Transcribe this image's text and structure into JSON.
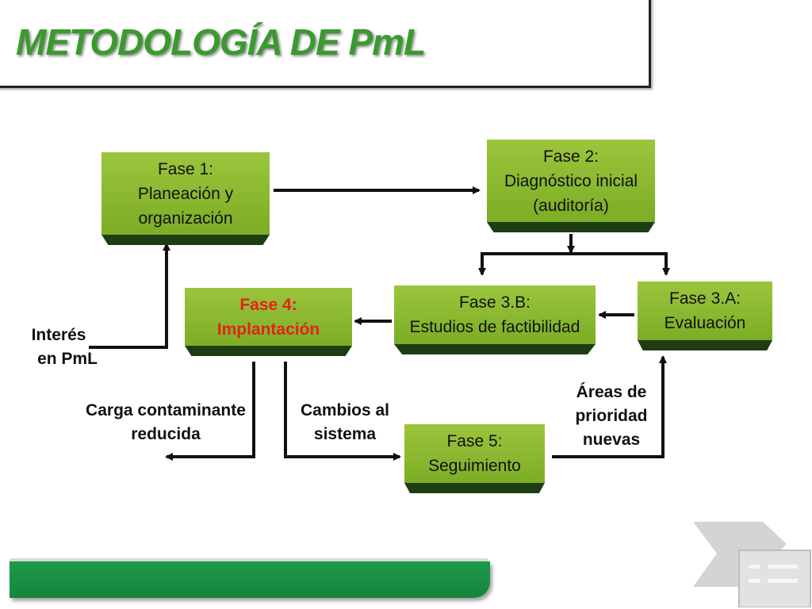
{
  "title": "METODOLOGÍA DE PmL",
  "boxes": {
    "fase1": [
      "Fase 1:",
      "Planeación y",
      "organización"
    ],
    "fase2": [
      "Fase 2:",
      "Diagnóstico inicial",
      "(auditoría)"
    ],
    "fase3a": [
      "Fase 3.A:",
      "Evaluación"
    ],
    "fase3b": [
      "Fase 3.B:",
      "Estudios de factibilidad"
    ],
    "fase4": [
      "Fase 4:",
      "Implantación"
    ],
    "fase5": [
      "Fase 5:",
      "Seguimiento"
    ]
  },
  "labels": {
    "interes": [
      "Interés",
      "en PmL"
    ],
    "carga": [
      "Carga contaminante",
      "reducida"
    ],
    "cambios": [
      "Cambios al",
      "sistema"
    ],
    "areas": [
      "Áreas de",
      "prioridad",
      "nuevas"
    ]
  },
  "colors": {
    "title": "#3a9a2e",
    "box": "#8cbb2f",
    "box_shadow": "#1f3d12",
    "highlight_text": "#e2231a",
    "band": "#1e9a4a"
  },
  "icons": [
    "slide-corner-icon"
  ]
}
